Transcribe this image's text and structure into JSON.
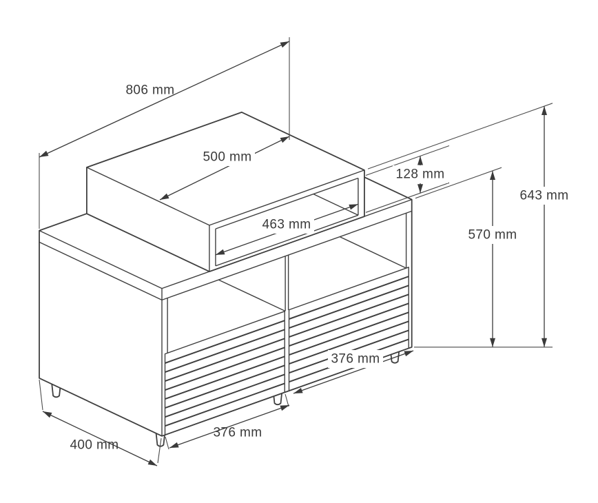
{
  "diagram": {
    "type": "isometric-dimension-drawing",
    "subject": "sideboard cabinet with two slatted drawers, top shelf unit and legs",
    "unit": "mm",
    "colors": {
      "background": "#ffffff",
      "line": "#3f3f3f",
      "text": "#3a3a3a"
    },
    "dimensions": {
      "overall_width": "806 mm",
      "top_shelf_depth": "500 mm",
      "shelf_opening_height": "128 mm",
      "overall_height": "643 mm",
      "shelf_opening_width": "463 mm",
      "cabinet_height": "570 mm",
      "drawer_width_right": "376 mm",
      "drawer_width_left": "376 mm",
      "overall_depth": "400 mm"
    },
    "dimension_values": {
      "overall_width_mm": 806,
      "top_shelf_depth_mm": 500,
      "shelf_opening_height_mm": 128,
      "overall_height_mm": 643,
      "shelf_opening_width_mm": 463,
      "cabinet_height_mm": 570,
      "drawer_width_right_mm": 376,
      "drawer_width_left_mm": 376,
      "overall_depth_mm": 400
    }
  }
}
